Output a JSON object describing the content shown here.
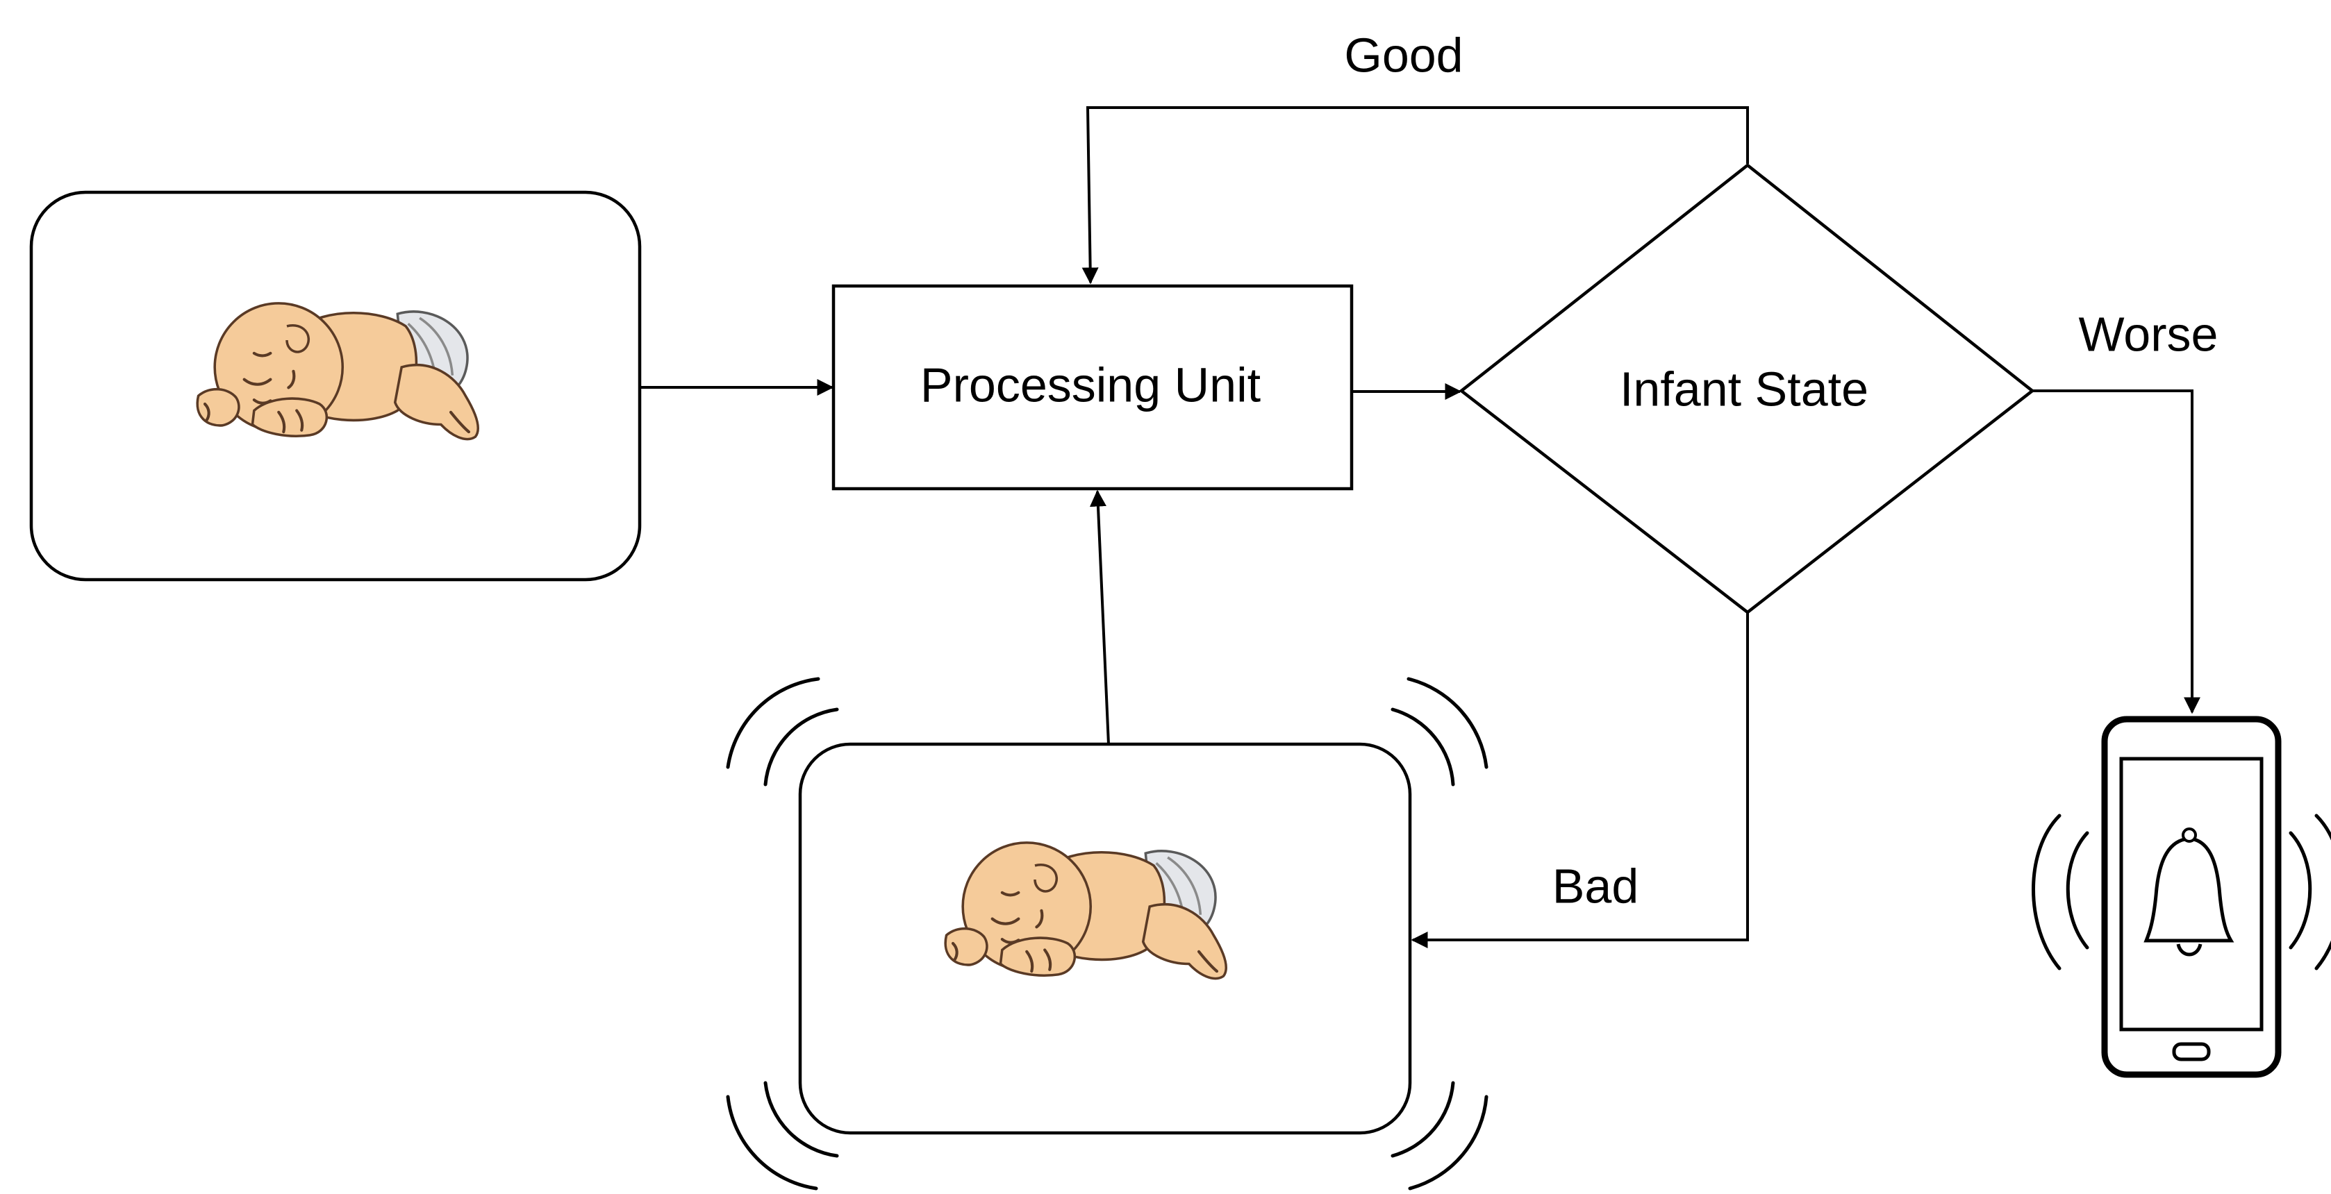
{
  "nodes": {
    "processing_unit": "Processing Unit",
    "infant_state": "Infant State"
  },
  "edges": {
    "good": "Good",
    "worse": "Worse",
    "bad": "Bad"
  },
  "icons": {
    "camera_input": "sleeping-baby-icon",
    "actuator": "sleeping-baby-icon",
    "alert_device": "smartphone-bell-icon"
  },
  "colors": {
    "stroke": "#000000",
    "skin": "#F5CB9A",
    "diaper": "#E4E6EA"
  }
}
